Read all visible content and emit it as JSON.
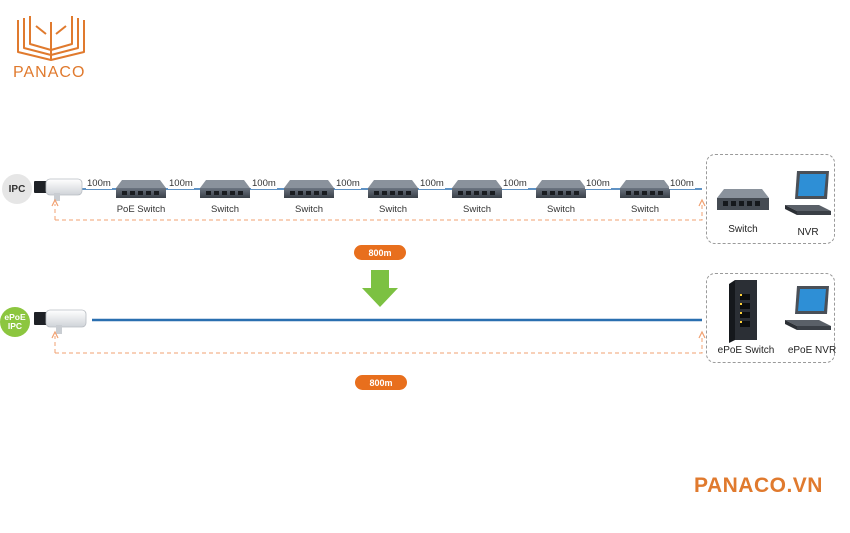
{
  "brand": {
    "logo_text": "PANACO",
    "url_text": "PANACO.VN",
    "color": "#e07a2e"
  },
  "top_row": {
    "camera_badge": "IPC",
    "segment_distance": "100m",
    "switch_labels": [
      "PoE Switch",
      "Switch",
      "Switch",
      "Switch",
      "Switch",
      "Switch",
      "Switch"
    ],
    "end_box": {
      "switch_label": "Switch",
      "nvr_label": "NVR"
    },
    "total_distance": "800m"
  },
  "bottom_row": {
    "camera_badge_line1": "ePoE",
    "camera_badge_line2": "IPC",
    "end_box": {
      "switch_label": "ePoE Switch",
      "nvr_label": "ePoE NVR"
    },
    "total_distance": "800m"
  },
  "colors": {
    "cable": "#2a6fb0",
    "accent": "#e86f1d",
    "arrow": "#7cc142",
    "dashed": "#f0a070"
  }
}
